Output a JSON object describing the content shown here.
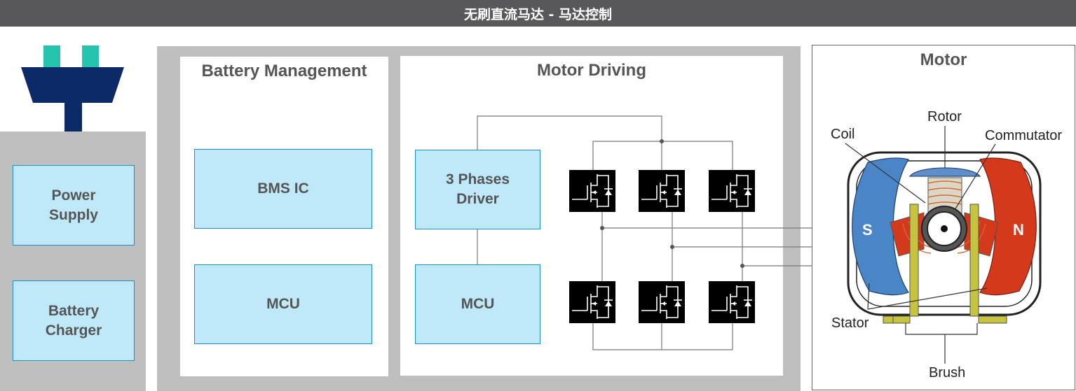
{
  "title": "无刷直流马达 - 马达控制",
  "power": {
    "supply_line1": "Power",
    "supply_line2": "Supply",
    "charger_line1": "Battery",
    "charger_line2": "Charger"
  },
  "battery_management": {
    "heading": "Battery Management",
    "bms_label": "BMS IC",
    "mcu_label": "MCU"
  },
  "motor_driving": {
    "heading": "Motor Driving",
    "driver_line1": "3 Phases",
    "driver_line2": "Driver",
    "mcu_label": "MCU"
  },
  "motor": {
    "heading": "Motor",
    "rotor": "Rotor",
    "coil": "Coil",
    "commutator": "Commutator",
    "stator": "Stator",
    "brush": "Brush",
    "pole_s": "S",
    "pole_n": "N"
  },
  "colors": {
    "plug_body": "#0d2a68",
    "plug_pins": "#26c3ad",
    "box_fill": "#bfe9f9",
    "box_border": "#1c8fc7",
    "magnet_s": "#4a86c5",
    "magnet_n": "#d5391b",
    "brush": "#c6c43f"
  }
}
